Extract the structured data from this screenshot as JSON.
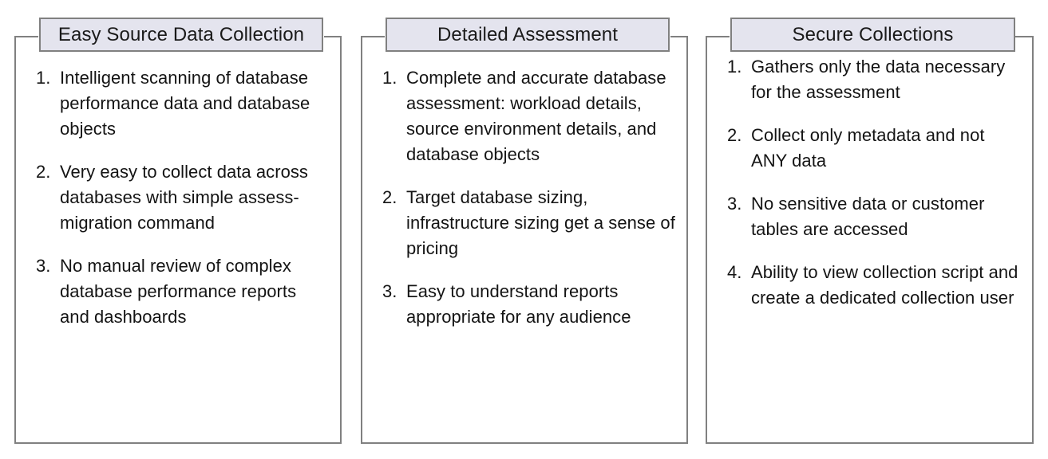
{
  "diagram": {
    "title_bar_fill": "#e4e4ee",
    "border_color": "#808080",
    "text_color": "#141414",
    "cards": [
      {
        "name": "easy-source-data-collection",
        "title": "Easy Source Data Collection",
        "items": [
          {
            "number": "1.",
            "text": "Intelligent scanning of database performance data and database objects"
          },
          {
            "number": "2.",
            "text": "Very easy to collect data across databases with simple assess-migration command"
          },
          {
            "number": "3.",
            "text": "No manual review of complex database performance reports and dashboards"
          }
        ]
      },
      {
        "name": "detailed-assessment",
        "title": "Detailed Assessment",
        "items": [
          {
            "number": "1.",
            "text": "Complete and accurate database assessment: workload details, source environment details, and database objects"
          },
          {
            "number": "2.",
            "text": "Target database sizing, infrastructure sizing get a sense of pricing"
          },
          {
            "number": "3.",
            "text": "Easy to understand reports appropriate for any audience"
          }
        ]
      },
      {
        "name": "secure-collections",
        "title": "Secure Collections",
        "items": [
          {
            "number": "1.",
            "text": "Gathers only the data necessary for the assessment"
          },
          {
            "number": "2.",
            "text": "Collect only metadata and not ANY data"
          },
          {
            "number": "3.",
            "text": "No sensitive data or customer tables are accessed"
          },
          {
            "number": "4.",
            "text": "Ability to view collection script and create a dedicated collection user"
          }
        ]
      }
    ]
  }
}
